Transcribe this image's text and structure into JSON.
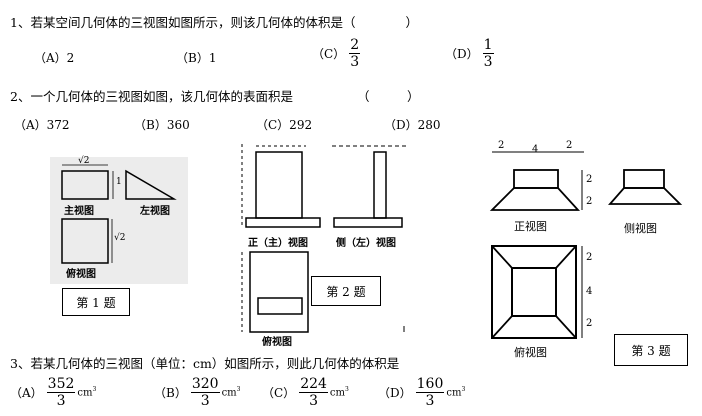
{
  "q1": {
    "text": "1、若某空间几何体的三视图如图所示，则该几何体的体积是（　　　　）",
    "options": [
      {
        "label": "（A）2"
      },
      {
        "label": "（B）1"
      },
      {
        "label": "（C）",
        "num": "2",
        "den": "3"
      },
      {
        "label": "（D）",
        "num": "1",
        "den": "3"
      }
    ]
  },
  "q2": {
    "text": "2、一个几何体的三视图如图，该几何体的表面积是",
    "paren": "（　　　）",
    "options": [
      "（A）372",
      "（B）360",
      "（C）292",
      "（D）280"
    ]
  },
  "q3": {
    "text": "3、若某几何体的三视图（单位：cm）如图所示，则此几何体的体积是",
    "unit": "cm",
    "unit_exp": "3",
    "options": [
      {
        "label": "（A）",
        "num": "352",
        "den": "3"
      },
      {
        "label": "（B）",
        "num": "320",
        "den": "3"
      },
      {
        "label": "（C）",
        "num": "224",
        "den": "3"
      },
      {
        "label": "（D）",
        "num": "160",
        "den": "3"
      }
    ]
  },
  "fig1": {
    "front_label": "主视图",
    "side_label": "左视图",
    "top_label": "俯视图",
    "sqrt2_top": "√2",
    "one": "1",
    "sqrt2_side": "√2",
    "caption": "第 1 题"
  },
  "fig2": {
    "front_label": "正（主）视图",
    "side_label": "侧（左）视图",
    "top_label": "俯视图",
    "caption": "第 2 题"
  },
  "fig3": {
    "front_label": "正视图",
    "side_label": "侧视图",
    "top_label": "俯视图",
    "dims_top": [
      "2",
      "4",
      "2"
    ],
    "dims_front": [
      "2",
      "2"
    ],
    "dims_plan": [
      "2",
      "4",
      "2"
    ],
    "caption": "第 3 题"
  }
}
